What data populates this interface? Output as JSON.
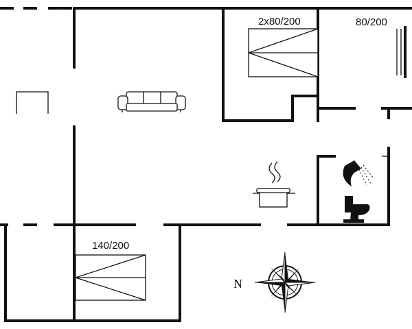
{
  "labels": {
    "bedroom_1": "2x80/200",
    "bedroom_2": "80/200",
    "bedroom_3": "140/200"
  },
  "compass": {
    "north_label": "N"
  },
  "icons": [
    "sofa-icon",
    "cooking-pot-icon",
    "shower-icon",
    "toilet-icon",
    "compass-rose-icon"
  ]
}
